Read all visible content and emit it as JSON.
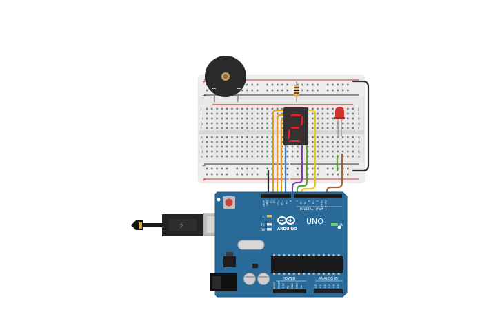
{
  "arduino": {
    "brand": "ARDUINO",
    "model": "UNO",
    "digital_label": "DIGITAL (PWM~)",
    "power_label": "POWER",
    "analog_label": "ANALOG IN",
    "on_label": "ON",
    "led_l": "L",
    "led_tx": "TX",
    "led_rx": "RX",
    "digital_pins": [
      "AREF",
      "GND",
      "13",
      "12",
      "~11",
      "~10",
      "~9",
      "8",
      "7",
      "~6",
      "~5",
      "4",
      "~3",
      "2",
      "TX→1",
      "RX←0"
    ],
    "power_pins": [
      "IOREF",
      "RESET",
      "3.3V",
      "5V",
      "GND",
      "GND",
      "Vin"
    ],
    "analog_pins": [
      "A0",
      "A1",
      "A2",
      "A3",
      "A4",
      "A5"
    ]
  },
  "breadboard": {
    "rail_plus": "+",
    "rail_minus": "−",
    "row_letters_top": [
      "j",
      "i",
      "h",
      "g",
      "f"
    ],
    "row_letters_bottom": [
      "e",
      "d",
      "c",
      "b",
      "a"
    ]
  },
  "buzzer": {
    "plus": "+",
    "minus": "−"
  },
  "colors": {
    "board": "#2a6a98",
    "breadboard": "#e6e6e6",
    "rail_red": "#d0342c",
    "rail_black": "#2b2b2b",
    "segment_on": "#e0212b",
    "segment_off": "#4a2a2a",
    "wire_orange": "#e39a1e",
    "wire_blue": "#3b7fd0",
    "wire_purple": "#7b3fa6",
    "wire_green": "#5aa63a",
    "wire_yellow": "#e6c81e",
    "wire_brown": "#a0663a"
  },
  "display": {
    "digit_shown": "2"
  }
}
